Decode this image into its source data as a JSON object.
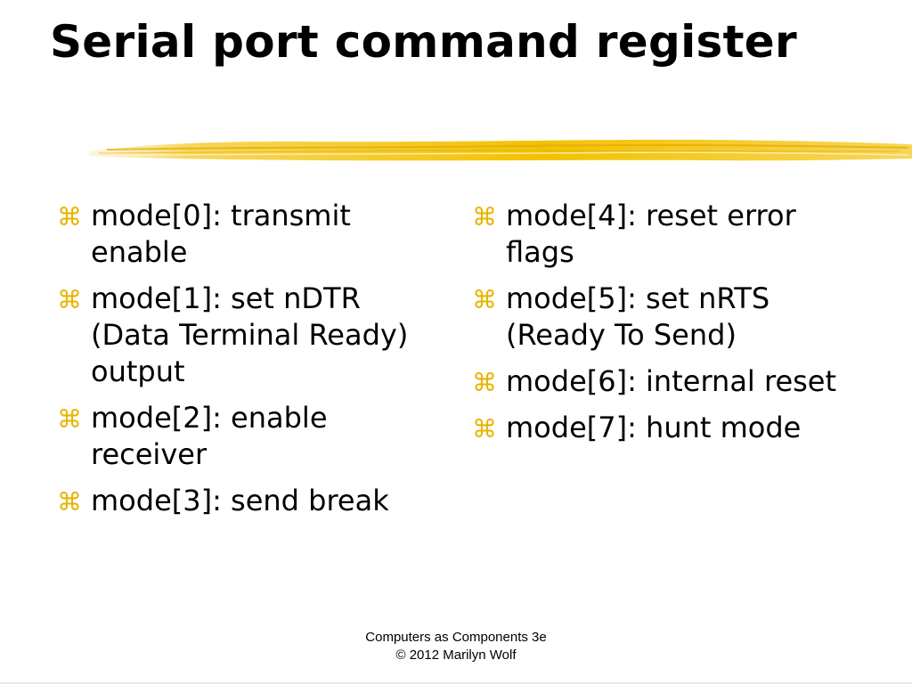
{
  "slide": {
    "title": "Serial port command register",
    "accent_color": "#f2c200",
    "bullet_icon": "command-key-icon",
    "bullet_glyph": "⌘",
    "left_bullets": [
      {
        "text": "mode[0]: transmit enable"
      },
      {
        "text": "mode[1]: set nDTR (Data Terminal Ready) output"
      },
      {
        "text": "mode[2]: enable receiver"
      },
      {
        "text": "mode[3]: send break"
      }
    ],
    "right_bullets": [
      {
        "text": "mode[4]: reset error flags"
      },
      {
        "text": "mode[5]: set nRTS (Ready To Send)"
      },
      {
        "text": "mode[6]: internal reset"
      },
      {
        "text": "mode[7]: hunt mode"
      }
    ]
  },
  "footer": {
    "line1": "Computers as Components 3e",
    "line2": "© 2012 Marilyn Wolf"
  }
}
